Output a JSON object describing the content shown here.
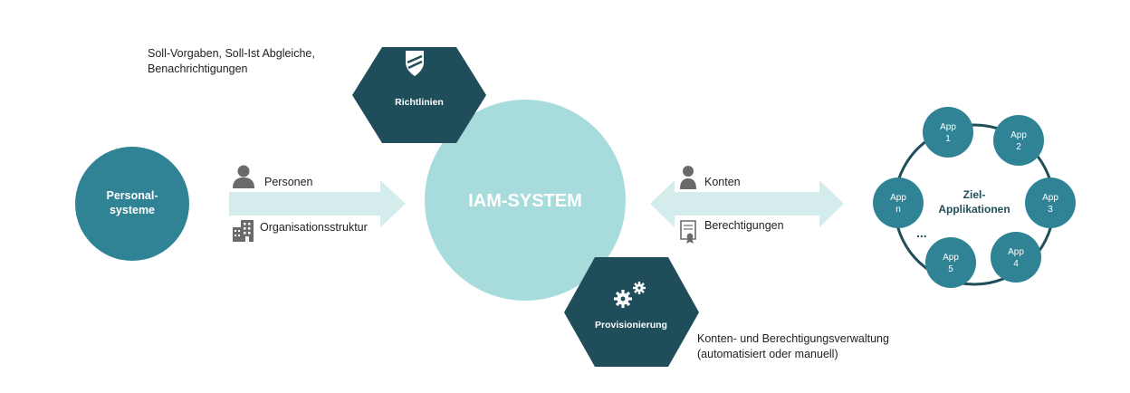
{
  "colors": {
    "teal_dark": "#1f4e5a",
    "teal_mid": "#2f8394",
    "teal_light": "#a8dcdc",
    "arrow_light": "#d4ecec",
    "icon_gray": "#6a6a6a"
  },
  "personal_systems": {
    "line1": "Personal-",
    "line2": "systeme"
  },
  "left_flow": {
    "label_top": "Personen",
    "label_bottom": "Organisationsstruktur",
    "icon_top": "person-icon",
    "icon_bottom": "building-icon"
  },
  "center": {
    "label": "IAM-SYSTEM"
  },
  "policies": {
    "label": "Richtlinien",
    "icon": "shield-icon",
    "description_line1": "Soll-Vorgaben, Soll-Ist Abgleiche,",
    "description_line2": "Benachrichtigungen"
  },
  "provisioning": {
    "label": "Provisionierung",
    "icon": "gears-icon",
    "description_line1": "Konten- und Berechtigungsverwaltung",
    "description_line2": "(automatisiert oder manuell)"
  },
  "right_flow": {
    "label_top": "Konten",
    "label_bottom": "Berechtigungen",
    "icon_top": "user-icon",
    "icon_bottom": "certificate-icon"
  },
  "target_apps": {
    "title_line1": "Ziel-",
    "title_line2": "Applikationen",
    "ellipsis": "...",
    "apps": [
      {
        "line1": "App",
        "line2": "1"
      },
      {
        "line1": "App",
        "line2": "2"
      },
      {
        "line1": "App",
        "line2": "3"
      },
      {
        "line1": "App",
        "line2": "4"
      },
      {
        "line1": "App",
        "line2": "5"
      },
      {
        "line1": "App",
        "line2": "n"
      }
    ]
  }
}
